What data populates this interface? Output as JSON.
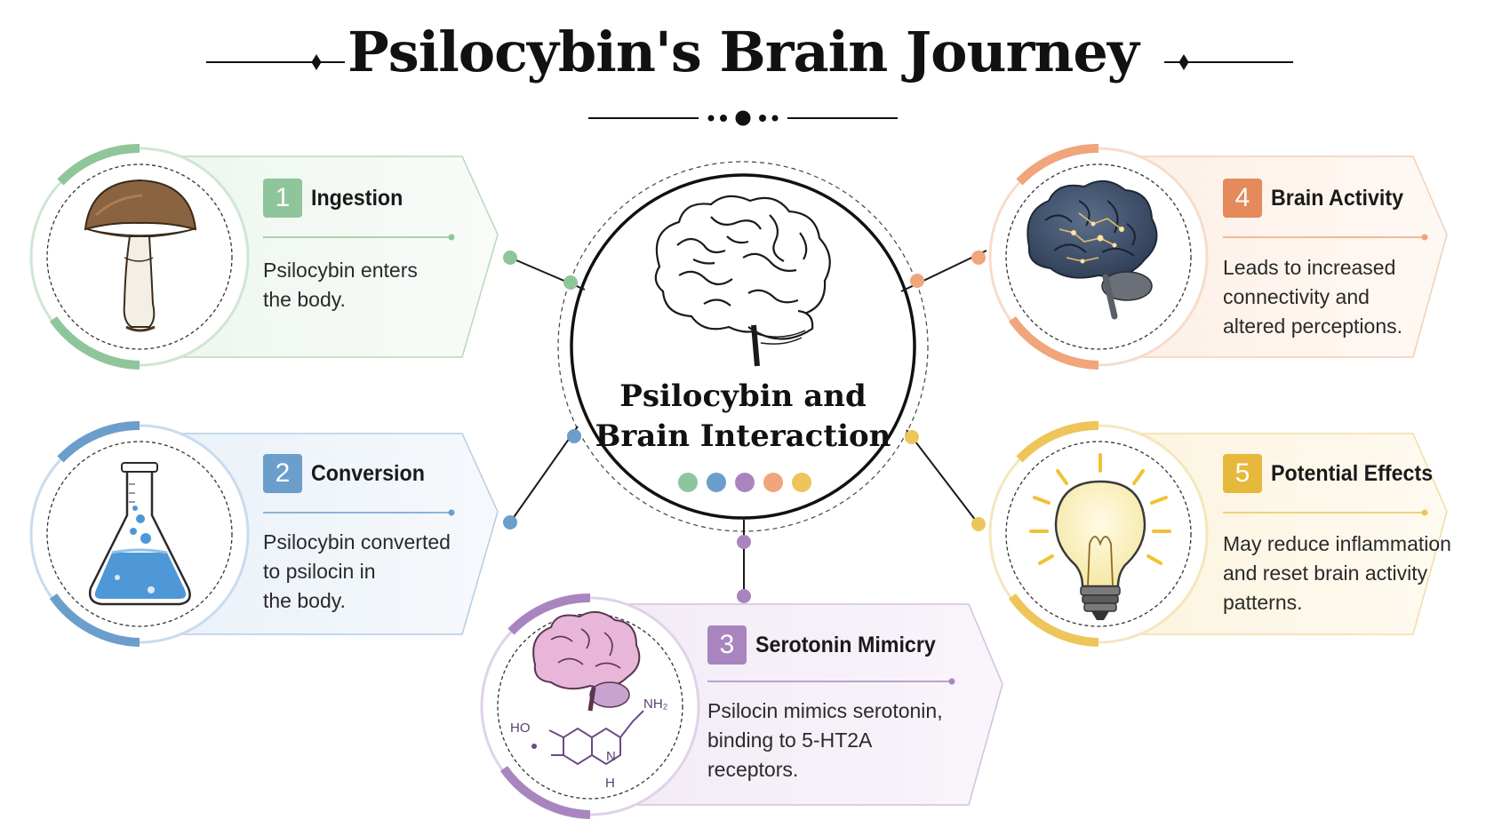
{
  "title": "Psilocybin's Brain Journey",
  "center": {
    "title_line1": "Psilocybin and",
    "title_line2": "Brain Interaction"
  },
  "colors": {
    "green": "#8fc59a",
    "blue": "#6b9ecb",
    "purple": "#a985c0",
    "orange": "#f0a57a",
    "yellow": "#edc55a"
  },
  "steps": [
    {
      "number": "1",
      "label": "Ingestion",
      "lines": [
        "Psilocybin enters",
        "the body."
      ],
      "icon": "mushroom-icon"
    },
    {
      "number": "2",
      "label": "Conversion",
      "lines": [
        "Psilocybin converted",
        "to psilocin in",
        "the body."
      ],
      "icon": "flask-icon"
    },
    {
      "number": "3",
      "label": "Serotonin Mimicry",
      "lines": [
        "Psilocin mimics serotonin,",
        "binding to 5-HT2A",
        "receptors."
      ],
      "icon": "brain-molecule-icon",
      "molecule_labels": {
        "ho": "HO",
        "nh2": "NH₂",
        "h": "H",
        "n": "N"
      }
    },
    {
      "number": "4",
      "label": "Brain Activity",
      "lines": [
        "Leads to increased",
        "connectivity and",
        "altered perceptions."
      ],
      "icon": "glowing-brain-icon"
    },
    {
      "number": "5",
      "label": "Potential Effects",
      "lines": [
        "May reduce inflammation",
        "and reset brain activity",
        "patterns."
      ],
      "icon": "lightbulb-icon"
    }
  ]
}
